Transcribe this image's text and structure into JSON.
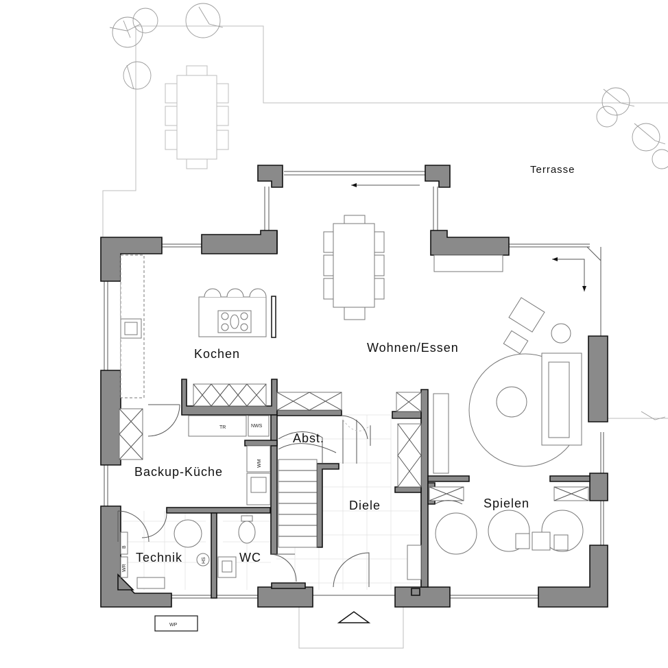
{
  "rooms": {
    "terrasse": "Terrasse",
    "wohnen_essen": "Wohnen/Essen",
    "kochen": "Kochen",
    "backup_kueche": "Backup-Küche",
    "abst": "Abst.",
    "diele": "Diele",
    "spielen": "Spielen",
    "technik": "Technik",
    "wc": "WC"
  },
  "fixtures": {
    "tr": "TR",
    "nws": "NWS",
    "wm": "WM",
    "wp": "WP",
    "b": "B",
    "wr": "WR",
    "hs": "HS"
  }
}
